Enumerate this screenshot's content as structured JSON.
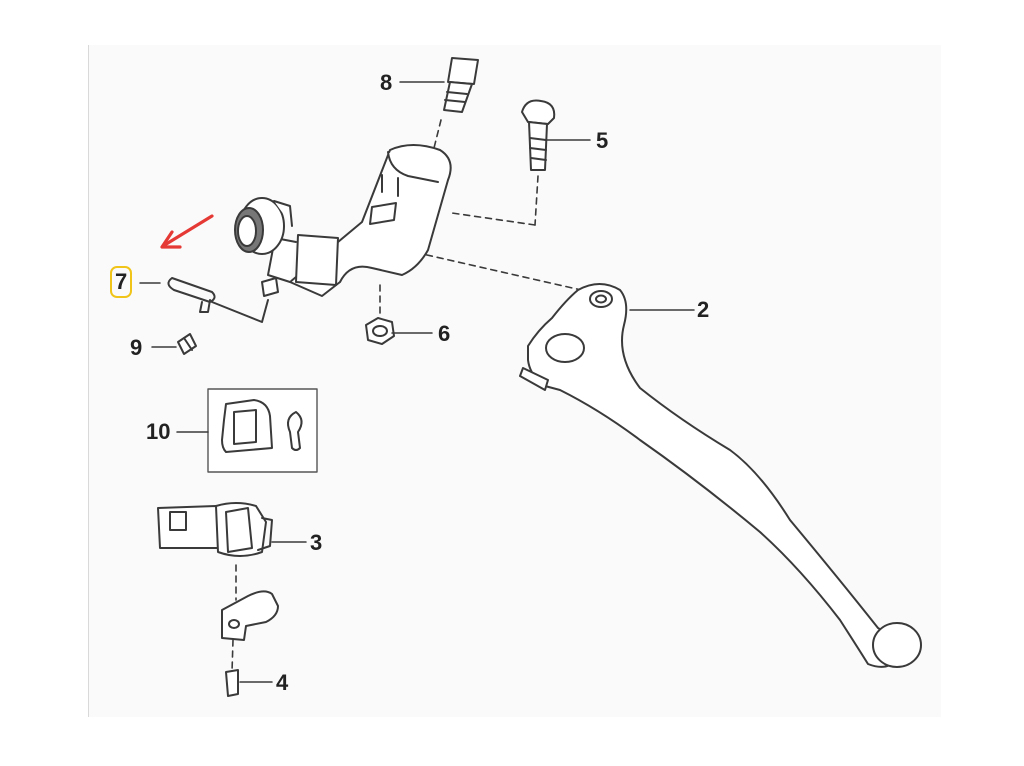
{
  "diagram": {
    "callouts": [
      {
        "id": "1",
        "label": "8"
      },
      {
        "id": "2",
        "label": "5"
      },
      {
        "id": "3",
        "label": "2"
      },
      {
        "id": "4",
        "label": "6"
      },
      {
        "id": "5",
        "label": "7"
      },
      {
        "id": "6",
        "label": "9"
      },
      {
        "id": "7",
        "label": "10"
      },
      {
        "id": "8",
        "label": "3"
      },
      {
        "id": "9",
        "label": "4"
      }
    ],
    "highlighted_label": "7",
    "colors": {
      "line": "#3a3a3a",
      "label": "#222222",
      "highlight": "#f0c419",
      "arrow": "#e53935",
      "part_fill": "#ffffff",
      "frame": "#fafafa"
    }
  }
}
